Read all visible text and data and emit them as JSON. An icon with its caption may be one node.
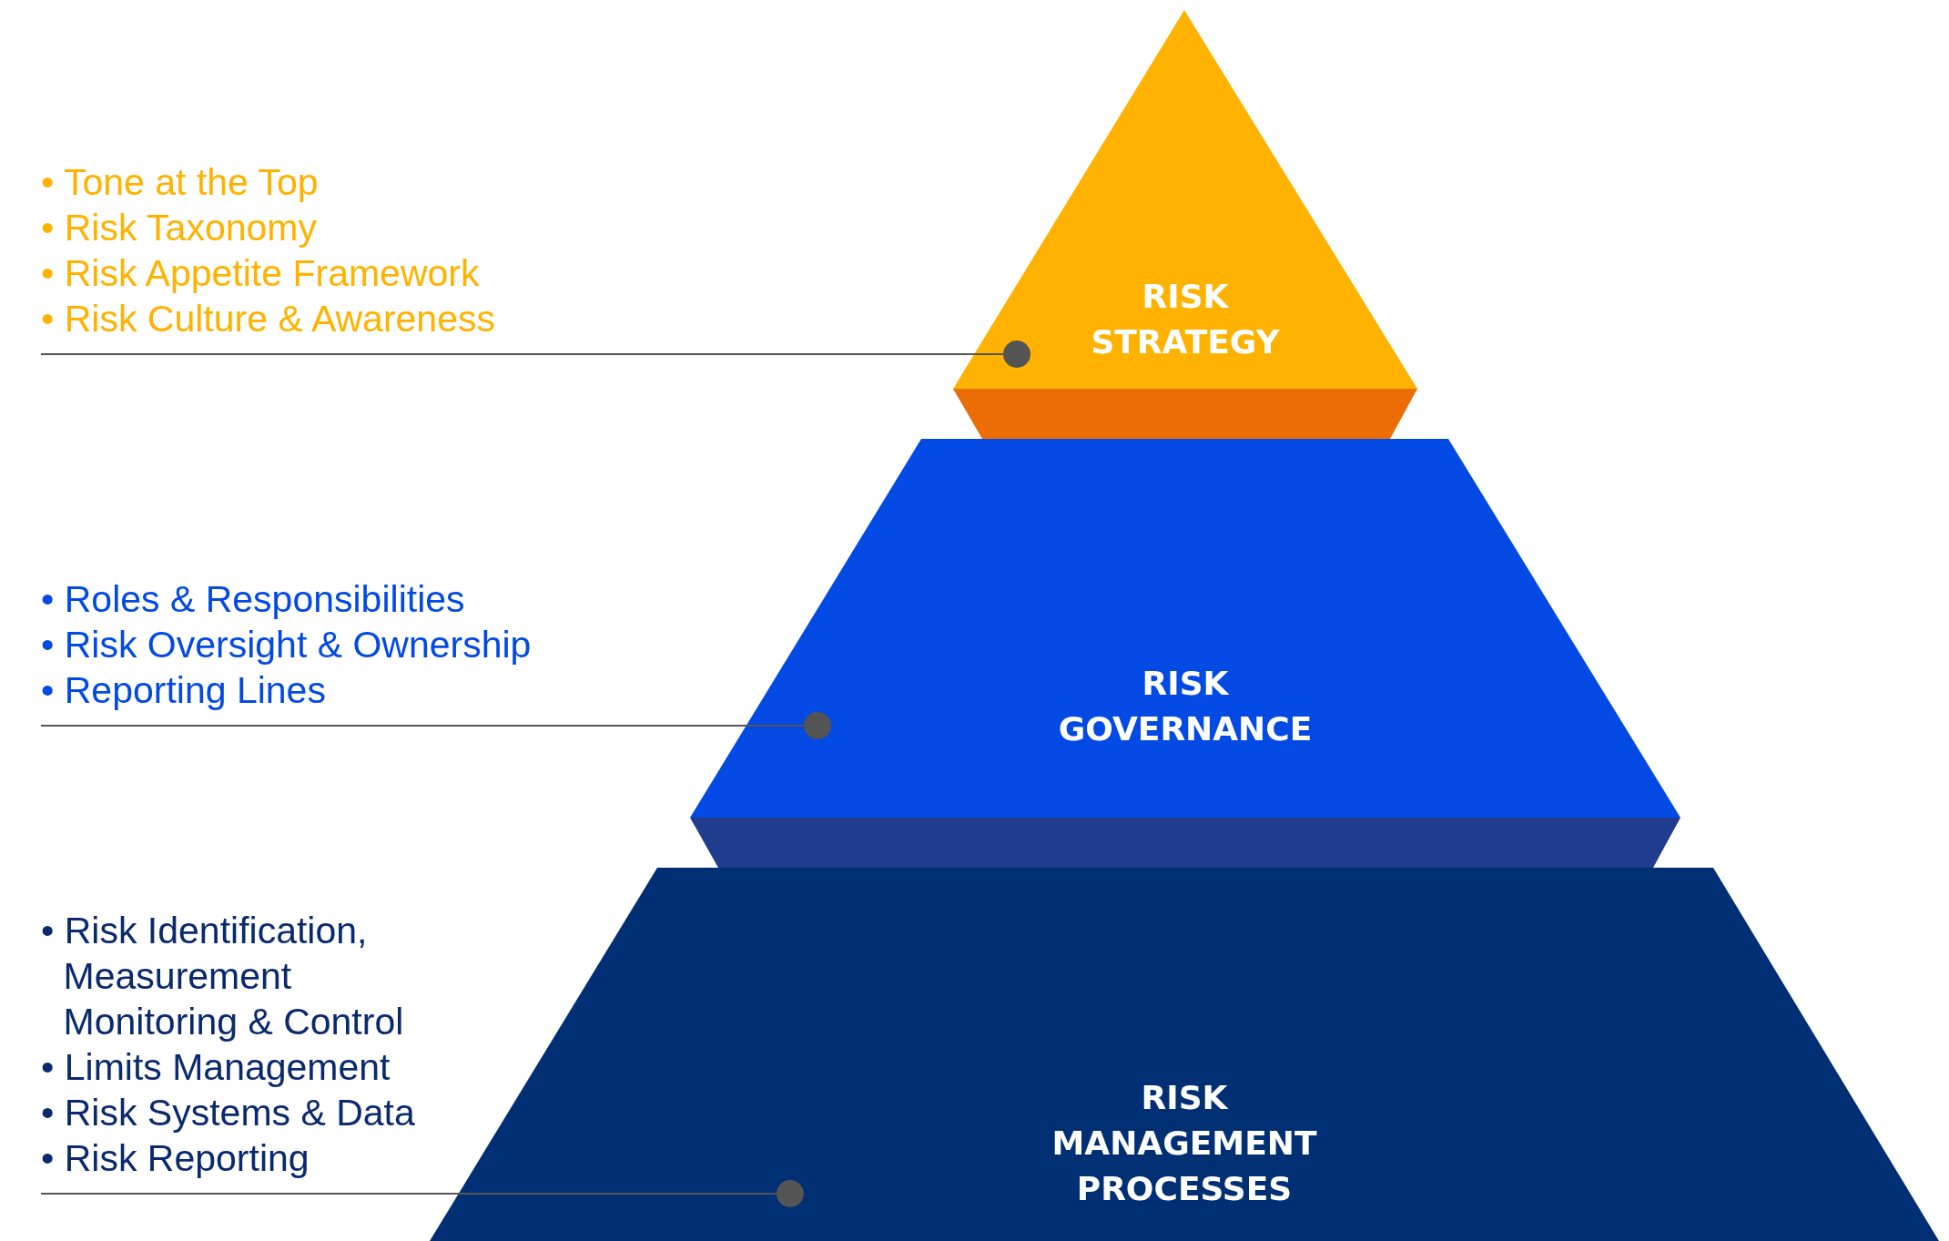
{
  "diagram": {
    "nodes": [
      {
        "text": [
          "• Tone at the Top",
          "• Risk Taxonomy",
          "• Risk Appetite Framework",
          "• Risk Culture & Awareness"
        ]
      },
      {
        "text": [
          "RISK STRATEGY"
        ]
      },
      {
        "text": [],
        "shape": "circle",
        "in": 1
      },
      {
        "text": [
          "• Roles & Responsibilities",
          "• Risk Oversight & Ownership",
          "• Reporting Lines"
        ]
      },
      {
        "text": [
          "RISK GOVERNANCE"
        ]
      },
      {
        "text": [],
        "shape": "circle",
        "in": 4
      },
      {
        "text": [
          "• Risk Identification, Measurement Monitoring & Control",
          "• Limits Management",
          "• Risk Systems & Data",
          "• Risk Reporting"
        ]
      },
      {
        "text": [
          "RISK MANAGEMENT PROCESSES"
        ]
      },
      {
        "text": [],
        "shape": "circle",
        "in": 7
      }
    ],
    "edges": [
      {
        "from": 0,
        "to": 2,
        "arrow": "none"
      },
      {
        "from": 3,
        "to": 5,
        "arrow": "none"
      },
      {
        "from": 6,
        "to": 8,
        "arrow": "none"
      }
    ]
  }
}
